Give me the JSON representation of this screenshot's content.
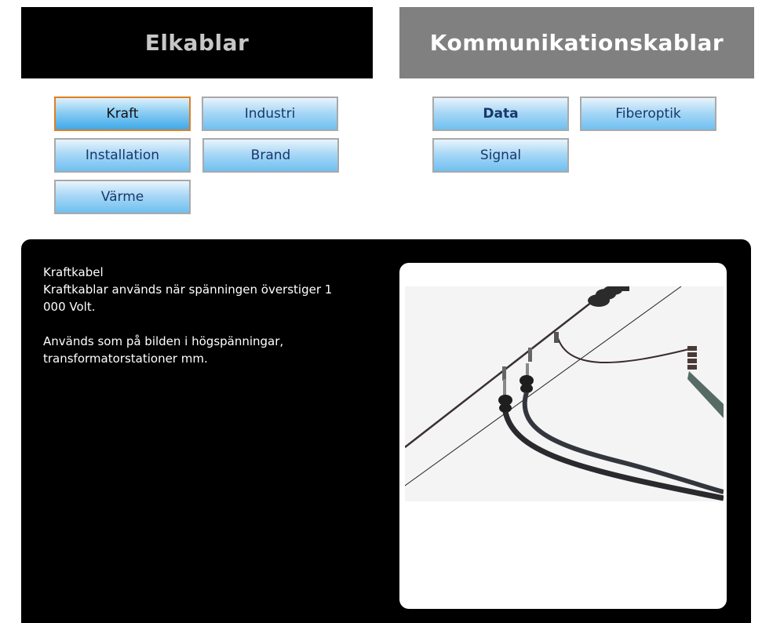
{
  "headers": {
    "elkablar": "Elkablar",
    "kommunikationskablar": "Kommunikationskablar"
  },
  "elkablar_buttons": {
    "kraft": "Kraft",
    "industri": "Industri",
    "installation": "Installation",
    "brand": "Brand",
    "varme": "Värme"
  },
  "komm_buttons": {
    "data": "Data",
    "fiberoptik": "Fiberoptik",
    "signal": "Signal"
  },
  "selected": "Kraft",
  "content": {
    "title": "Kraftkabel",
    "line1": "Kraftkablar används när spänningen överstiger 1 000 Volt.",
    "line2": "Används som på bilden i högspänningar, transformatorstationer mm."
  },
  "colors": {
    "accent_border": "#e07f1f",
    "button_text": "#19376b",
    "header_dark": "#000000",
    "header_gray": "#808080"
  }
}
